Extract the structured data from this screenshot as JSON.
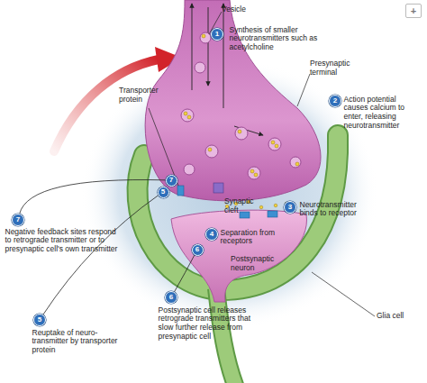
{
  "diagram": {
    "nodes": [
      {
        "text": [
          "1",
          "Synthesis of smaller neurotransmitters such as acetylcholine"
        ]
      },
      {
        "text": [
          "2",
          "Action potential causes calcium to enter, releasing neurotransmitter"
        ]
      },
      {
        "text": [
          "7"
        ]
      },
      {
        "text": [
          "5"
        ]
      },
      {
        "text": [
          "3",
          "Neurotransmitter binds to receptor"
        ]
      },
      {
        "text": [
          "4",
          "Separation from receptors"
        ]
      },
      {
        "text": [
          "6"
        ]
      },
      {
        "text": [
          "7",
          "Negative feedback sites respond to retrograde transmitter or to presynaptic cell's own transmitter"
        ]
      },
      {
        "text": [
          "5",
          "Reuptake of neuro- transmitter by transporter protein"
        ]
      },
      {
        "text": [
          "6",
          "Postsynaptic cell releases retrograde transmitters that slow further release from presynaptic cell"
        ]
      }
    ],
    "edges": [
      {
        "from": 7,
        "to": 2,
        "arrow": "none"
      },
      {
        "from": 8,
        "to": 3,
        "arrow": "none"
      },
      {
        "from": 9,
        "to": 6,
        "arrow": "none"
      }
    ],
    "labels": [
      "Vesicle",
      "Presynaptic terminal",
      "Transporter protein",
      "Synaptic cleft",
      "Postsynaptic neuron",
      "Glia cell",
      "+"
    ]
  }
}
